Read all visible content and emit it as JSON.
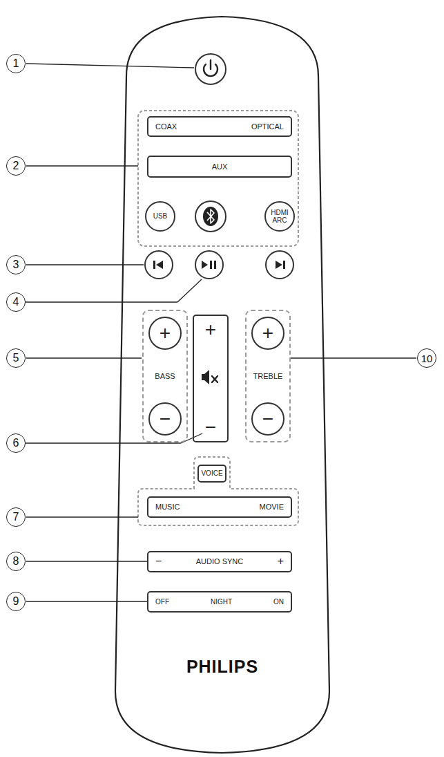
{
  "diagram": {
    "nodes": [
      {
        "text": [
          "COAX",
          "OPTICAL"
        ]
      },
      {
        "text": [
          "AUX"
        ]
      },
      {
        "text": [
          "USB"
        ]
      },
      {
        "text": [
          "HDMI ARC"
        ]
      },
      {
        "text": [
          "BASS"
        ]
      },
      {
        "text": [
          "+"
        ],
        "in": 4
      },
      {
        "text": [
          "−"
        ],
        "in": 4
      },
      {
        "text": [
          "+",
          "−"
        ]
      },
      {
        "text": [
          "TREBLE"
        ]
      },
      {
        "text": [
          "+"
        ],
        "in": 8
      },
      {
        "text": [
          "−"
        ],
        "in": 8
      },
      {
        "text": [
          "VOICE"
        ]
      },
      {
        "text": [
          "MUSIC",
          "MOVIE"
        ]
      },
      {
        "text": [
          "−",
          "AUDIO SYNC",
          "+"
        ]
      },
      {
        "text": [
          "OFF",
          "NIGHT",
          "ON"
        ]
      }
    ],
    "labels": [
      "1",
      "2",
      "3",
      "4",
      "5",
      "6",
      "7",
      "8",
      "9",
      "10",
      "PHILIPS"
    ]
  }
}
